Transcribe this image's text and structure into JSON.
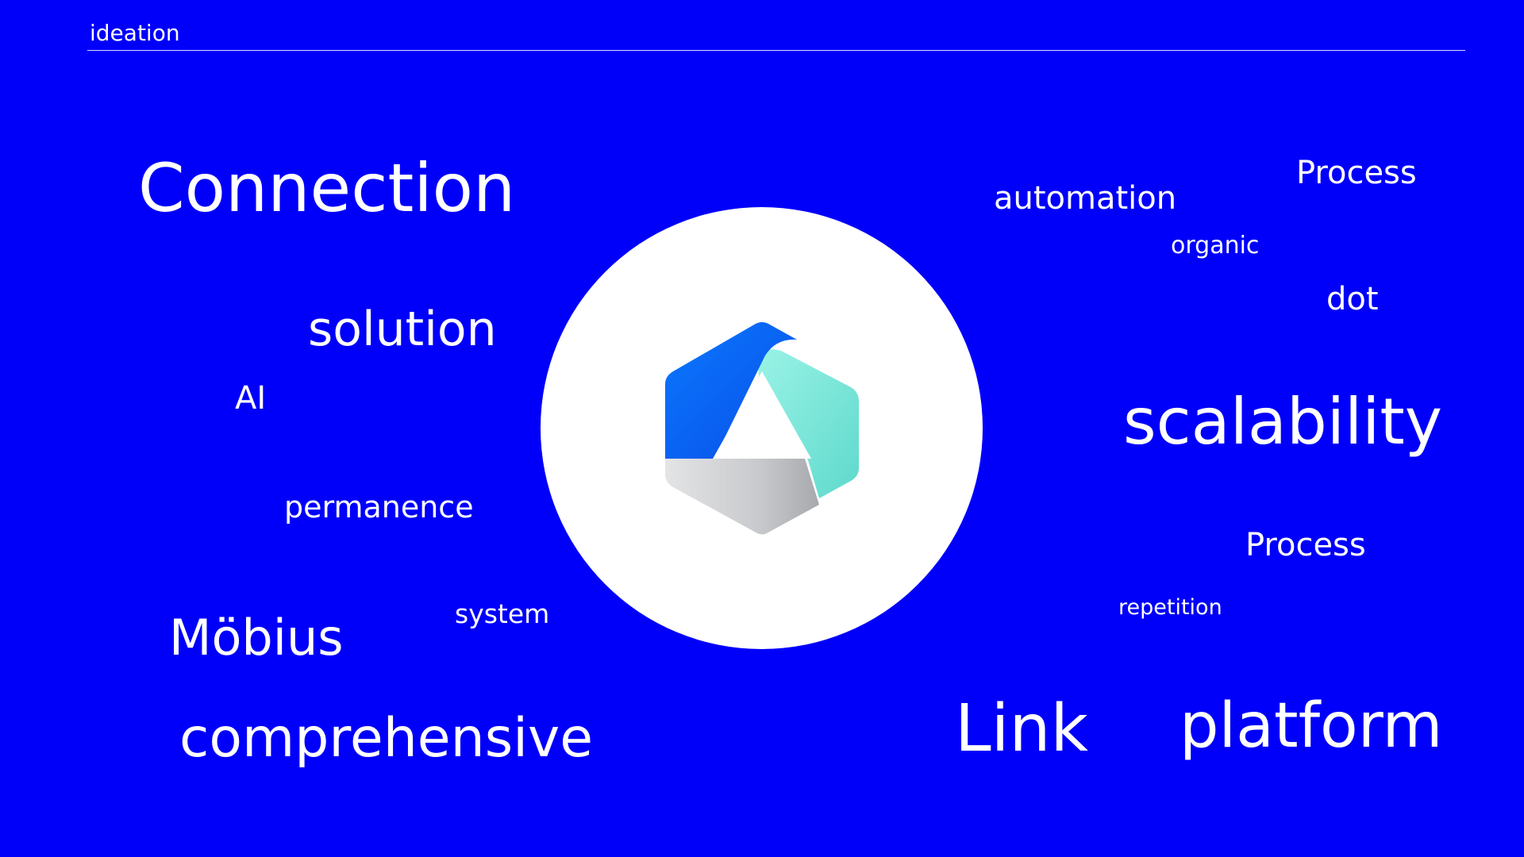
{
  "header": {
    "label": "ideation"
  },
  "words": {
    "connection": "Connection",
    "solution": "solution",
    "ai": "AI",
    "permanence": "permanence",
    "system": "system",
    "mobius": "Möbius",
    "comprehensive": "comprehensive",
    "automation": "automation",
    "process_top": "Process",
    "organic": "organic",
    "dot": "dot",
    "scalability": "scalability",
    "process_mid": "Process",
    "repetition": "repetition",
    "link": "Link",
    "platform": "platform"
  },
  "logo": {
    "icon": "hexagon-triangle-logo-icon"
  },
  "colors": {
    "background": "#0000fa",
    "text": "#ffffff",
    "logo_blue": "#0a64ff",
    "logo_teal": "#7ee8dc",
    "logo_gray": "#c8c9cc"
  }
}
